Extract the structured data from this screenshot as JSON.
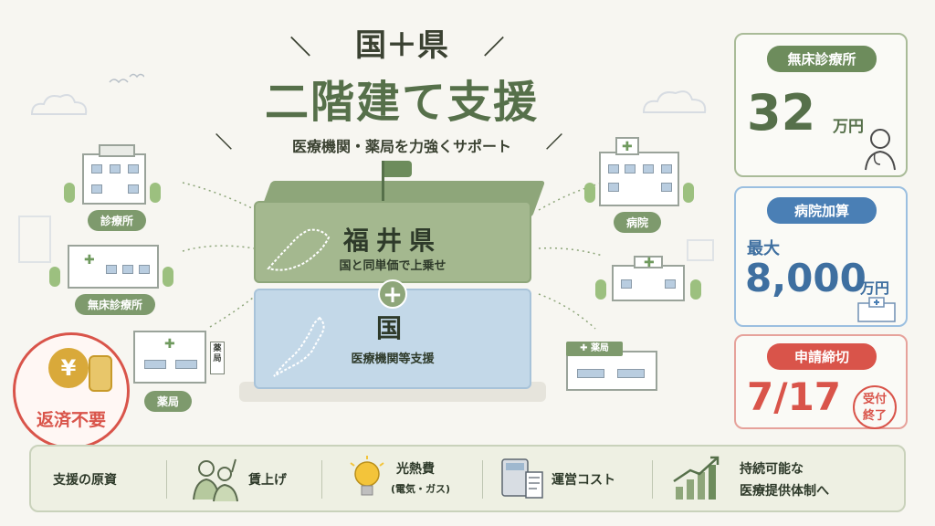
{
  "header": {
    "kicker": "国＋県",
    "title": "二階建て支援",
    "subtitle": "医療機関・薬局を力強くサポート"
  },
  "facilities_left": [
    {
      "label": "診療所"
    },
    {
      "label": "無床診療所"
    },
    {
      "label": "薬局"
    }
  ],
  "facilities_right": [
    {
      "label": "病院"
    }
  ],
  "building_signs": {
    "pharmacy_side_sign": "薬局",
    "pharmacy_right_sign": "薬局"
  },
  "stack": {
    "upper_title": "福井県",
    "upper_sub": "国と同単価で上乗せ",
    "lower_title": "国",
    "lower_sub": "医療機関等支援",
    "plus": "+"
  },
  "stamp": {
    "currency": "¥",
    "text": "返済不要"
  },
  "cards": [
    {
      "tag": "無床診療所",
      "prefix": "",
      "value": "32",
      "unit": "万円",
      "color": "#6d8c5c"
    },
    {
      "tag": "病院加算",
      "prefix": "最大",
      "value": "8,000",
      "unit": "万円",
      "color": "#4a7fb5"
    },
    {
      "tag": "申請締切",
      "prefix": "",
      "value": "7/17",
      "unit": "",
      "color": "#d9544a",
      "badge": "受付\n終了"
    }
  ],
  "bottom": {
    "heading": "支援の原資",
    "items": [
      {
        "label": "賃上げ",
        "sub": ""
      },
      {
        "label": "光熱費",
        "sub": "(電気・ガス)"
      },
      {
        "label": "運営コスト",
        "sub": ""
      },
      {
        "label": "持続可能な",
        "sub": "医療提供体制へ"
      }
    ]
  },
  "colors": {
    "green": "#6d8c5c",
    "blue": "#4a7fb5",
    "red": "#d9544a",
    "background": "#f7f6f1"
  }
}
